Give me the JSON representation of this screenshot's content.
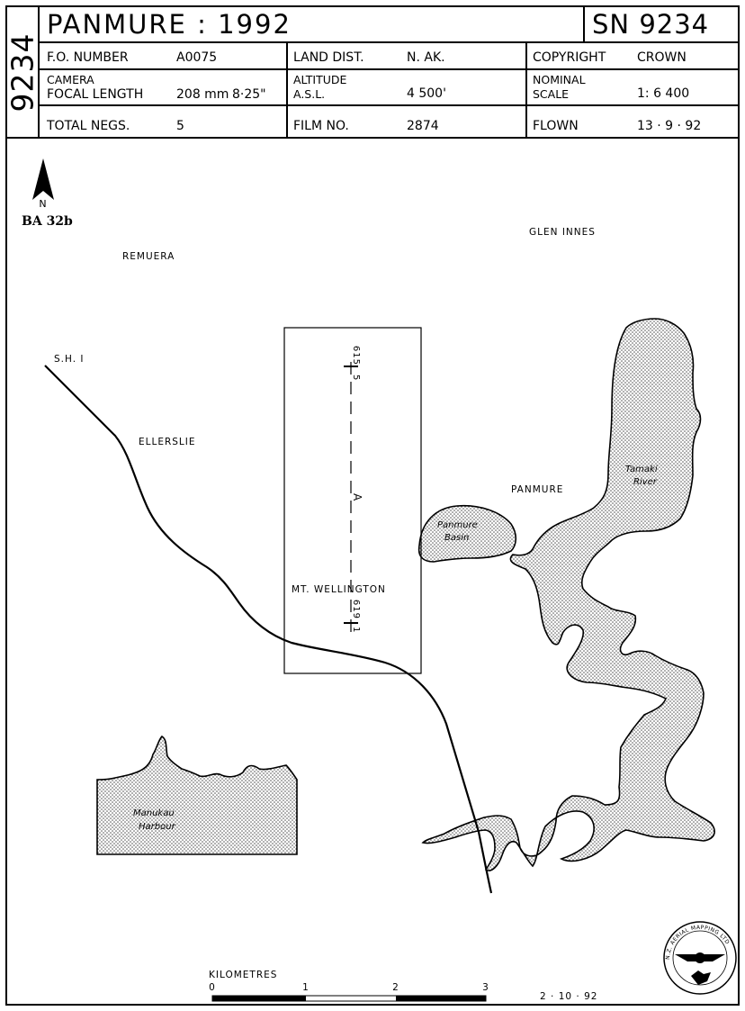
{
  "sheet": {
    "side_id": "9234",
    "title": "PANMURE : 1992",
    "sn": "SN 9234"
  },
  "info": {
    "fo_number_label": "F.O. NUMBER",
    "fo_number": "A0075",
    "land_dist_label": "LAND DIST.",
    "land_dist": "N. AK.",
    "copyright_label": "COPYRIGHT",
    "copyright": "CROWN",
    "camera_label": "CAMERA",
    "focal_length_label": "FOCAL LENGTH",
    "focal_length_mm": "208 mm",
    "focal_length_in": "8·25\"",
    "altitude_label": "ALTITUDE",
    "asl_label": "A.S.L.",
    "altitude": "4 500'",
    "nominal_label": "NOMINAL",
    "scale_label": "SCALE",
    "scale": "1: 6 400",
    "total_negs_label": "TOTAL NEGS.",
    "total_negs": "5",
    "film_no_label": "FILM NO.",
    "film_no": "2874",
    "flown_label": "FLOWN",
    "flown": "13 · 9 · 92"
  },
  "map": {
    "north_letter": "N",
    "sheet_ref": "BA 32b",
    "places": {
      "remuera": "REMUERA",
      "glen_innes": "GLEN INNES",
      "sh1": "S.H. I",
      "ellerslie": "ELLERSLIE",
      "panmure": "PANMURE",
      "mt_wellington": "MT. WELLINGTON"
    },
    "water": {
      "tamaki_1": "Tamaki",
      "tamaki_2": "River",
      "basin_1": "Panmure",
      "basin_2": "Basin",
      "manukau_1": "Manukau",
      "manukau_2": "Harbour"
    },
    "flight_line": {
      "run": "A",
      "start_neg": "5",
      "start_photo": "615",
      "end_neg": "1",
      "end_photo": "619"
    },
    "scale_bar": {
      "label": "KILOMETRES",
      "ticks": [
        "0",
        "1",
        "2",
        "3"
      ]
    },
    "date_stamp": "2 · 10 · 92",
    "seal_text": "N.Z. AERIAL MAPPING LTD"
  }
}
